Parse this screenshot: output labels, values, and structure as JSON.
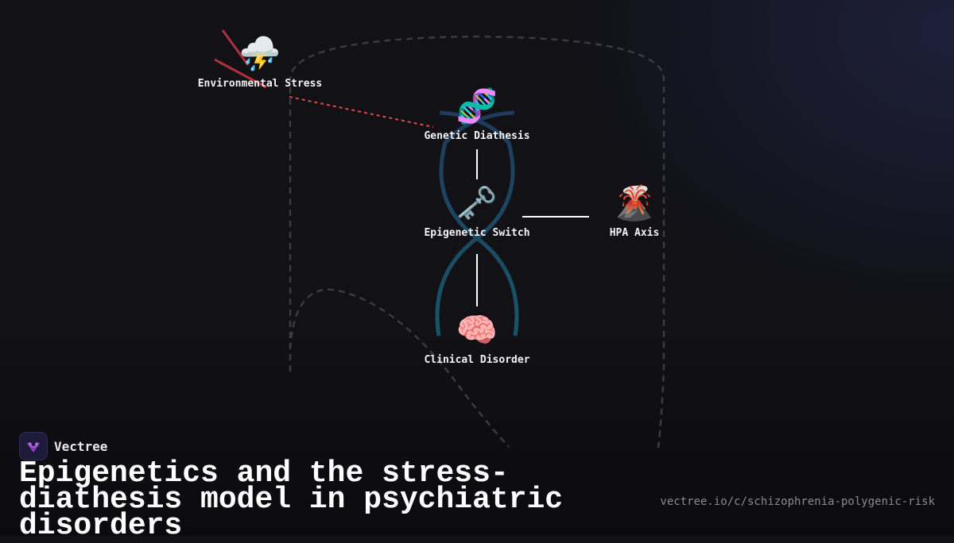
{
  "diagram": {
    "nodes": [
      {
        "id": "environmental-stress",
        "label": "Environmental Stress",
        "icon": "thunderstorm-cloud-icon",
        "glyph": "⛈️"
      },
      {
        "id": "genetic-diathesis",
        "label": "Genetic Diathesis",
        "icon": "dna-icon",
        "glyph": "🧬"
      },
      {
        "id": "epigenetic-switch",
        "label": "Epigenetic Switch",
        "icon": "old-key-icon",
        "glyph": "🗝️"
      },
      {
        "id": "hpa-axis",
        "label": "HPA Axis",
        "icon": "volcano-icon",
        "glyph": "🌋"
      },
      {
        "id": "clinical-disorder",
        "label": "Clinical Disorder",
        "icon": "brain-icon",
        "glyph": "🧠"
      }
    ],
    "edges": [
      {
        "from": "environmental-stress",
        "to": "genetic-diathesis",
        "style": "dashed",
        "color": "#e24a4a"
      },
      {
        "from": "genetic-diathesis",
        "to": "epigenetic-switch",
        "style": "solid",
        "color": "#ffffff"
      },
      {
        "from": "epigenetic-switch",
        "to": "hpa-axis",
        "style": "solid",
        "color": "#ffffff"
      },
      {
        "from": "epigenetic-switch",
        "to": "clinical-disorder",
        "style": "solid",
        "color": "#ffffff"
      }
    ],
    "colors": {
      "background": "#111116",
      "helix_top": "#1f3a5c",
      "helix_bottom": "#175668",
      "stress_accent": "#e24a4a",
      "outline_dashes": "#3a3a40"
    }
  },
  "brand": {
    "name": "Vectree",
    "logo_icon": "vectree-logo-icon",
    "logo_color": "#a040d8"
  },
  "title": "Epigenetics and the stress-diathesis model in psychiatric disorders",
  "url": "vectree.io/c/schizophrenia-polygenic-risk"
}
